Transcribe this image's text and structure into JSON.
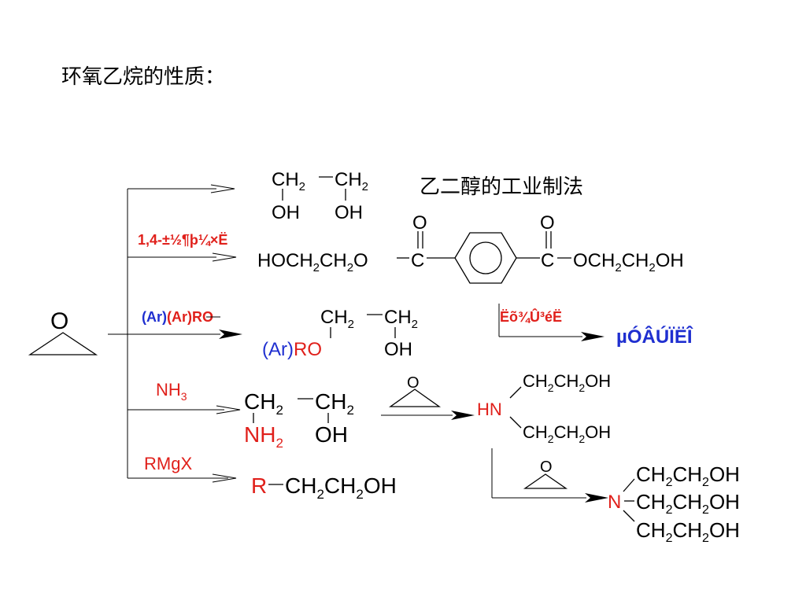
{
  "title": "环氧乙烷的性质：",
  "left_epoxide": {
    "atom": "O"
  },
  "branch1": {
    "c1": "CH",
    "c1_sub": "2",
    "c2": "CH",
    "c2_sub": "2",
    "oh1": "OH",
    "oh2": "OH",
    "caption": "乙二醇的工业制法"
  },
  "branch2": {
    "reagent": "1,4-±½¶þ¼×Ë",
    "o1": "O",
    "o2": "O",
    "left": "HOCH",
    "left_sub1": "2",
    "left_mid": "CH",
    "left_sub2": "2",
    "left_end": "O",
    "c_left": "C",
    "c_right": "C",
    "right": "OCH",
    "right_sub1": "2",
    "right_mid": "CH",
    "right_sub2": "2",
    "right_end": "OH"
  },
  "branch3": {
    "reagent": "(Ar)RO",
    "c1": "CH",
    "c1_sub": "2",
    "c2": "CH",
    "c2_sub": "2",
    "ar": "(Ar)",
    "ro": "RO",
    "oh": "OH",
    "next_reagent": "Ëõ¾Û³éË",
    "product": "µÓÂÚÏËÎ"
  },
  "branch4": {
    "reagent": "NH",
    "reagent_sub": "3",
    "c1": "CH",
    "c1_sub": "2",
    "c2": "CH",
    "c2_sub": "2",
    "nh": "NH",
    "nh_sub": "2",
    "oh": "OH",
    "epoxide_atom": "O",
    "hn": "HN",
    "arm1": "CH",
    "arm1_sub1": "2",
    "arm1_mid": "CH",
    "arm1_sub2": "2",
    "arm1_end": "OH",
    "arm2": "CH",
    "arm2_sub1": "2",
    "arm2_mid": "CH",
    "arm2_sub2": "2",
    "arm2_end": "OH"
  },
  "branch5": {
    "reagent": "RMgX",
    "r": "R",
    "chain": "CH",
    "chain_sub1": "2",
    "chain_mid": "CH",
    "chain_sub2": "2",
    "chain_end": "OH"
  },
  "triethanolamine": {
    "epoxide_atom": "O",
    "n": "N",
    "arm1": "CH",
    "arm1_sub1": "2",
    "arm1_mid": "CH",
    "arm1_sub2": "2",
    "arm1_end": "OH",
    "arm2": "CH",
    "arm2_sub1": "2",
    "arm2_mid": "CH",
    "arm2_sub2": "2",
    "arm2_end": "OH",
    "arm3": "CH",
    "arm3_sub1": "2",
    "arm3_mid": "CH",
    "arm3_sub2": "2",
    "arm3_end": "OH"
  },
  "colors": {
    "reagent_red": "#e0201b",
    "aryl_blue": "#1f2fd0",
    "ink": "#000000"
  }
}
